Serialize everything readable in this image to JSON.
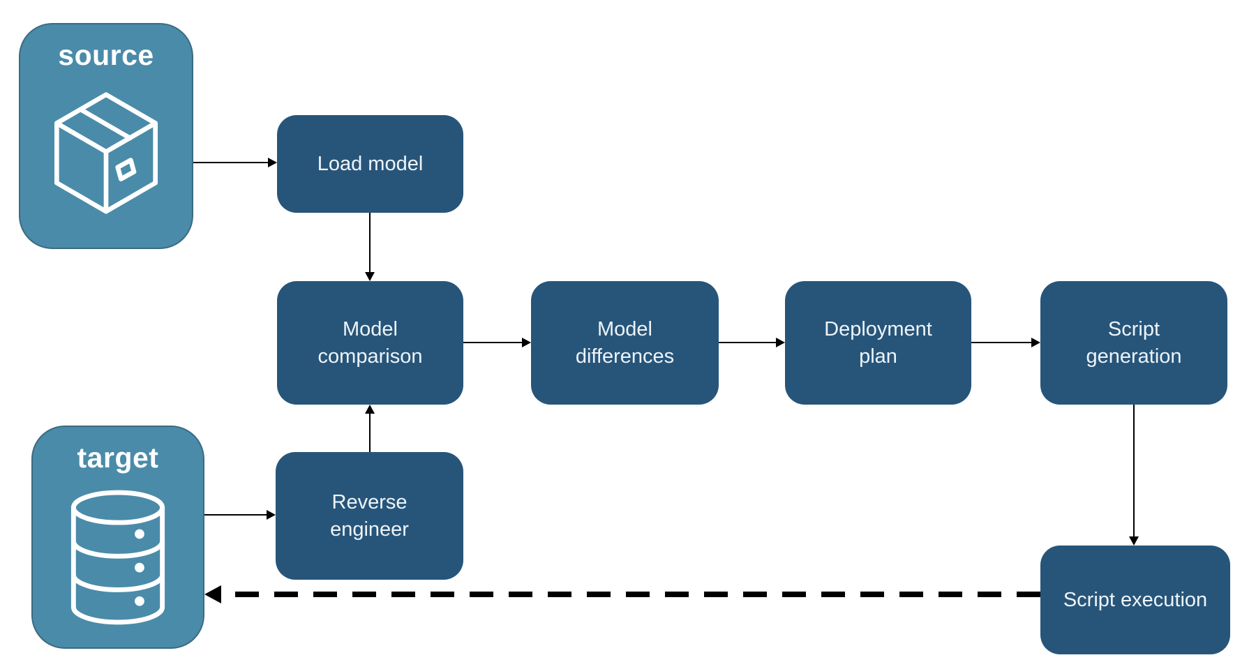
{
  "nodes": {
    "source": {
      "label": "source",
      "icon": "package-icon"
    },
    "target": {
      "label": "target",
      "icon": "database-icon"
    },
    "load_model": {
      "label": "Load model"
    },
    "model_comparison": {
      "label": "Model comparison"
    },
    "model_differences": {
      "label": "Model differences"
    },
    "deployment_plan": {
      "label": "Deployment plan"
    },
    "script_generation": {
      "label": "Script generation"
    },
    "reverse_engineer": {
      "label": "Reverse engineer"
    },
    "script_execution": {
      "label": "Script execution"
    }
  },
  "edges": [
    {
      "from": "source",
      "to": "load_model",
      "style": "solid"
    },
    {
      "from": "load_model",
      "to": "model_comparison",
      "style": "solid"
    },
    {
      "from": "model_comparison",
      "to": "model_differences",
      "style": "solid"
    },
    {
      "from": "model_differences",
      "to": "deployment_plan",
      "style": "solid"
    },
    {
      "from": "deployment_plan",
      "to": "script_generation",
      "style": "solid"
    },
    {
      "from": "script_generation",
      "to": "script_execution",
      "style": "solid"
    },
    {
      "from": "target",
      "to": "reverse_engineer",
      "style": "solid"
    },
    {
      "from": "reverse_engineer",
      "to": "model_comparison",
      "style": "solid"
    },
    {
      "from": "script_execution",
      "to": "target",
      "style": "dashed"
    }
  ],
  "colors": {
    "container_fill": "#4A8BA9",
    "container_border": "#3A6B82",
    "step_fill": "#27557A",
    "arrow_color": "#000000",
    "label_color": "#FFFFFF",
    "step_text": "#EEF4F8",
    "bg": "#FFFFFF"
  }
}
